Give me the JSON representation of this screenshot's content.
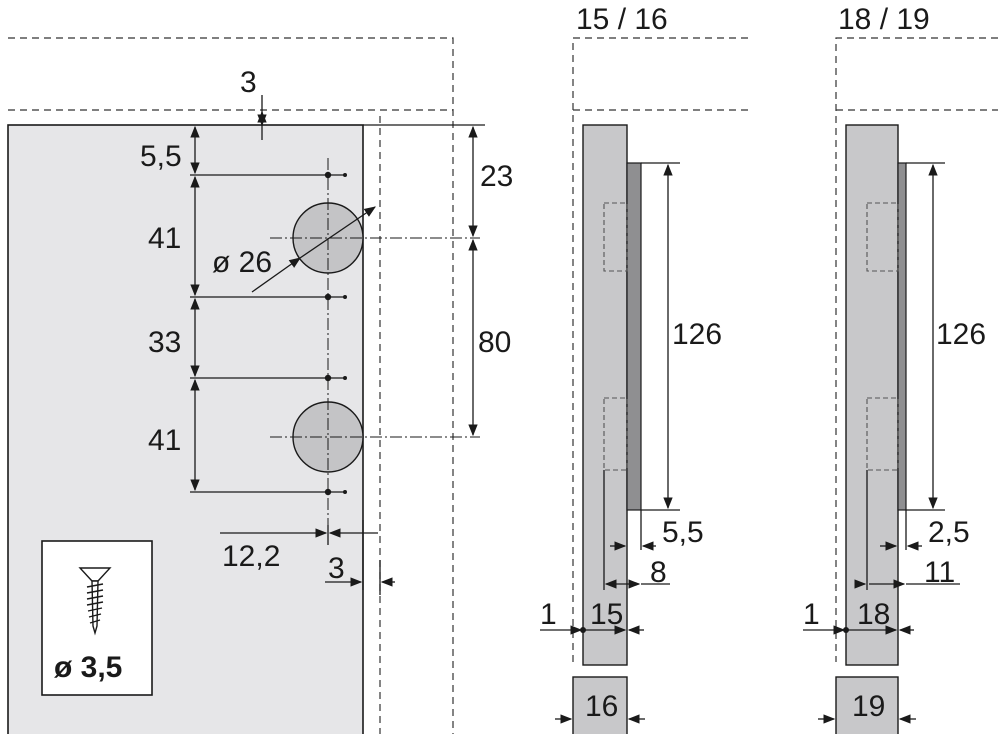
{
  "front_view": {
    "top_gap": "3",
    "top_offset": "5,5",
    "spacing_upper": "41",
    "spacing_middle": "33",
    "spacing_lower": "41",
    "cup_offset": "23",
    "cup_distance": "80",
    "cup_diameter": "ø 26",
    "edge_distance": "12,2",
    "edge_gap": "3"
  },
  "screw_box": {
    "icon": "screw-icon",
    "label": "ø 3,5"
  },
  "side_view_1": {
    "title": "15 / 16",
    "plate_height": "126",
    "plate_offset": "5,5",
    "depth": "8",
    "gap": "1",
    "thickness": "15",
    "section_thickness": "16"
  },
  "side_view_2": {
    "title": "18 / 19",
    "plate_height": "126",
    "plate_offset": "2,5",
    "depth": "11",
    "gap": "1",
    "thickness": "18",
    "section_thickness": "19"
  }
}
